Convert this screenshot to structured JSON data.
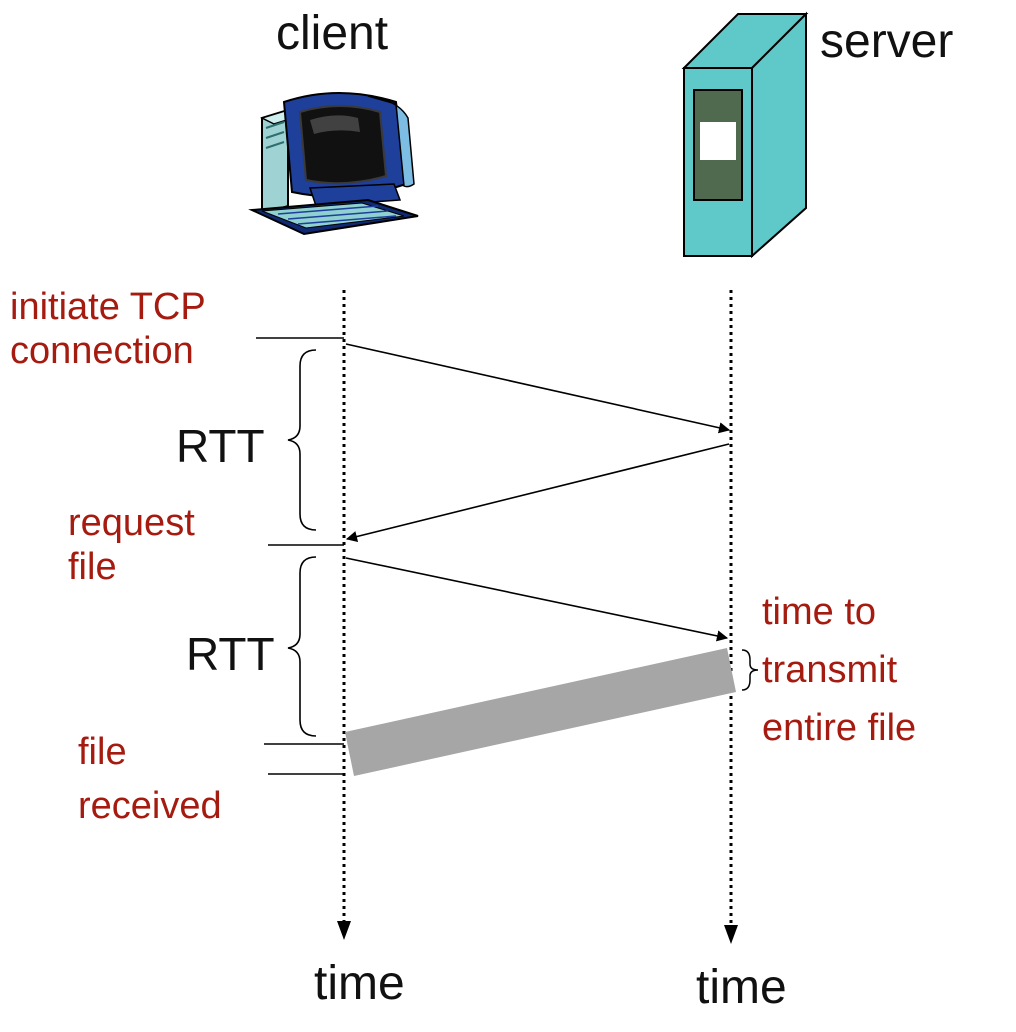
{
  "header": {
    "client_label": "client",
    "server_label": "server"
  },
  "icons": {
    "client": "desktop-computer-icon",
    "server": "server-tower-icon"
  },
  "timeline": {
    "client_time_label": "time",
    "server_time_label": "time"
  },
  "annotations": {
    "initiate_tcp": [
      "initiate TCP",
      "connection"
    ],
    "rtt_1": "RTT",
    "request_file": [
      "request",
      "file"
    ],
    "rtt_2": "RTT",
    "transmit_file": [
      "time to",
      "transmit",
      "entire file"
    ],
    "file_received": [
      "file",
      "received"
    ]
  },
  "colors": {
    "annotation_text": "#a51b10",
    "body_text": "#111111",
    "file_transfer_band": "#a6a6a6",
    "server_body": "#5fc9c9",
    "server_panel": "#4f6a4f",
    "arrow": "#000000"
  }
}
